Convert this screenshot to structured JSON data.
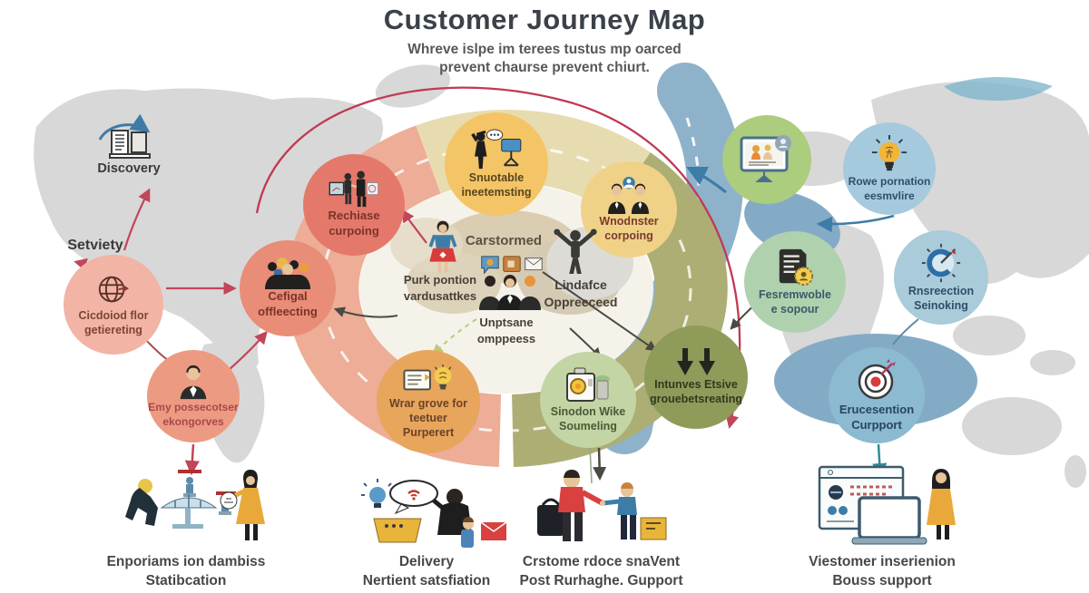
{
  "title": "Customer Journey Map",
  "subtitle": {
    "line1": "Whreve islpe im terees tustus mp oarced",
    "line2": "prevent chaurse prevent chiurt."
  },
  "side_labels": {
    "discovery": "Discovery",
    "setviety": "Setviety"
  },
  "circles": {
    "globe": {
      "line1": "Cicdoiod flor",
      "line2": "getiereting"
    },
    "prospect": {
      "line1": "Emy possecotser",
      "line2": "ekongorves"
    },
    "rechiase": {
      "line1": "Rechiase",
      "line2": "curpoing"
    },
    "cefigal": {
      "line1": "Cefigal",
      "line2": "offleecting"
    },
    "snuotable": {
      "line1": "Snuotable",
      "line2": "ineetemsting"
    },
    "wnodnster": {
      "line1": "Wnodnster",
      "line2": "corpoing"
    },
    "rowe": {
      "line1": "Rowe pornation",
      "line2": "eesmvlire"
    },
    "fesremwoble": {
      "line1": "Fesremwoble",
      "line2": "e sopour"
    },
    "rnsreection": {
      "line1": "Rnsreection",
      "line2": "Seinoking"
    },
    "intunves": {
      "line1": "Intunves Etsive",
      "line2": "grouebetsreating"
    },
    "sinodon": {
      "line1": "Sinodon Wike",
      "line2": "Soumeling"
    },
    "wrar": {
      "line1": "Wrar grove for",
      "line2": "teetuer",
      "line3": "Purperert"
    },
    "erucesention": {
      "line1": "Erucesention",
      "line2": "Curpport"
    }
  },
  "center": {
    "carstormed": "Carstormed",
    "purk": {
      "line1": "Purk pontion",
      "line2": "vardusattkes"
    },
    "unptsane": {
      "line1": "Unptsane",
      "line2": "omppeess"
    },
    "lindafce": {
      "line1": "Lindafce",
      "line2": "Oppreeceed"
    }
  },
  "scenes": {
    "s1": {
      "line1": "Enporiams ion dambiss",
      "line2": "Statibcation"
    },
    "s2": {
      "line1": "Delivery",
      "line2": "Nertient satsfiation"
    },
    "s3": {
      "line1": "Crstome rdoce snaVent",
      "line2": "Post Rurhaghe. Gupport"
    },
    "s4": {
      "line1": "Viestomer inserienion",
      "line2": "Bouss support"
    }
  },
  "icons": {
    "globe-icon": "wireframe globe with arrow",
    "person-icon": "business person bust",
    "handshake-icon": "two people meeting with boards",
    "crowd-icon": "group of people",
    "presenter-icon": "person with speech bubble and laptop",
    "duo-avatar-icon": "two people under profile badge",
    "monitor-icon": "desktop screen with users",
    "lightbulb-icon": "glowing bulb",
    "document-badge-icon": "document with seal",
    "compass-icon": "compass dial with arrow",
    "down-arrows-icon": "two downward arrows",
    "appliance-icon": "machine with round door",
    "ticket-bulb-icon": "ticket and bulb",
    "target-icon": "target with dart",
    "book-icon": "open ledger"
  },
  "colors": {
    "accent_red": "#C2455A",
    "ring_salmon": "#EDAD96",
    "ring_beige": "#E7DCB0",
    "ring_olive": "#ADAE74",
    "river_blue": "#8FB2CB",
    "map_gray": "#D8D8D8"
  }
}
